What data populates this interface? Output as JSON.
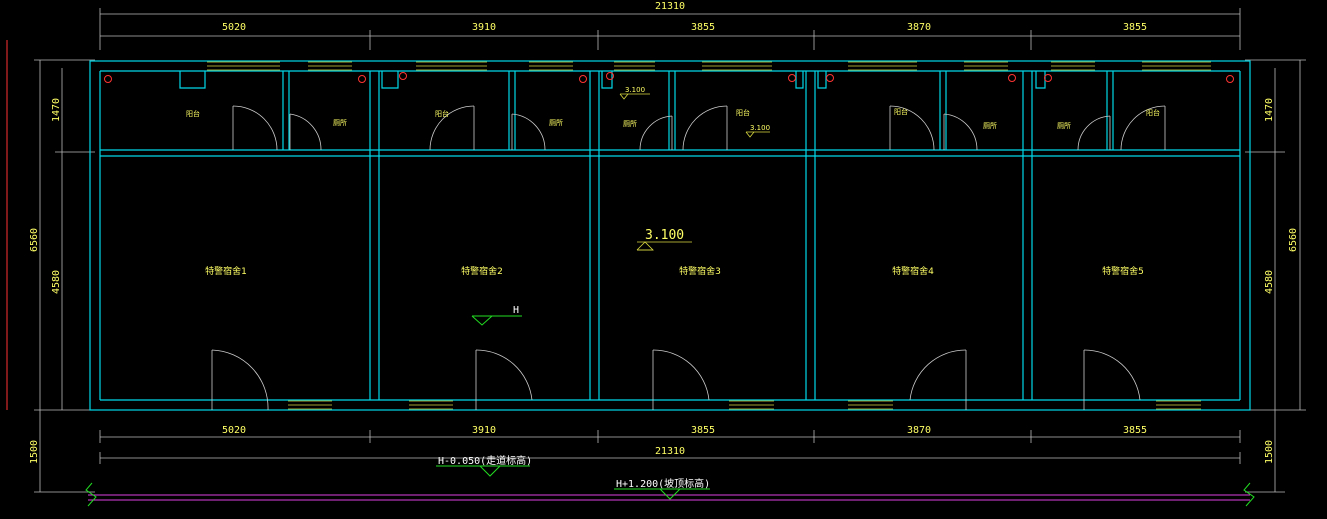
{
  "dims": {
    "overall_top": "21310",
    "overall_bottom": "21310",
    "segments_top": [
      "5020",
      "3910",
      "3855",
      "3870",
      "3855"
    ],
    "segments_bottom": [
      "5020",
      "3910",
      "3855",
      "3870",
      "3855"
    ],
    "left_total": "6560",
    "left_upper": "1470",
    "left_lower": "4580",
    "left_corridor": "1500",
    "right_total": "6560",
    "right_upper": "1470",
    "right_lower": "4580",
    "right_corridor": "1500"
  },
  "rooms": {
    "dorm_labels": [
      "特警宿舍1",
      "特警宿舍2",
      "特警宿舍3",
      "特警宿舍4",
      "特警宿舍5"
    ],
    "balcony_label": "阳台",
    "toilet_label": "厕所"
  },
  "levels": {
    "room_level": "3.100",
    "small_level_a": "3.100",
    "small_level_b": "3.100",
    "h_mark": "H",
    "corridor_level": "H-0.050(走道标高)",
    "slope_level": "H+1.200(坡顶标高)"
  },
  "colors": {
    "wall": "#00d8e8",
    "text": "#ffff66",
    "green": "#22dd22",
    "magenta": "#e040e0"
  }
}
